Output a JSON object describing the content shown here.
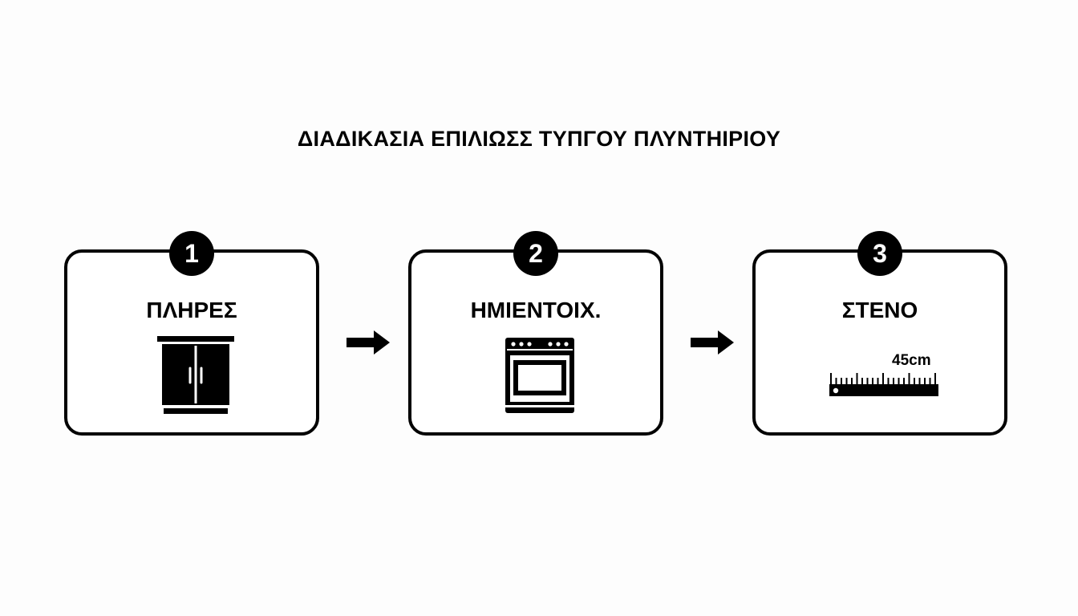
{
  "title": "ΔΙΑΔΙΚΑΣΙΑ ΕΠΙΛΙΩΣΣ ΤΥΠΓΟΥ ΠΛΥΝΤΗΙΡΙΟΥ",
  "steps": [
    {
      "number": "1",
      "label": "ΠΛΗΡΕΣ",
      "icon": "cabinet-icon"
    },
    {
      "number": "2",
      "label": "ΗΜΙΕΝΤΟΙΧ.",
      "icon": "oven-icon"
    },
    {
      "number": "3",
      "label": "ΣΤΕΝΟ",
      "icon": "ruler-icon",
      "measure": "45cm"
    }
  ],
  "arrows": [
    "arrow-right-icon",
    "arrow-right-icon"
  ],
  "colors": {
    "stroke": "#000000",
    "background": "#fdfdfd",
    "box_fill": "#ffffff"
  }
}
